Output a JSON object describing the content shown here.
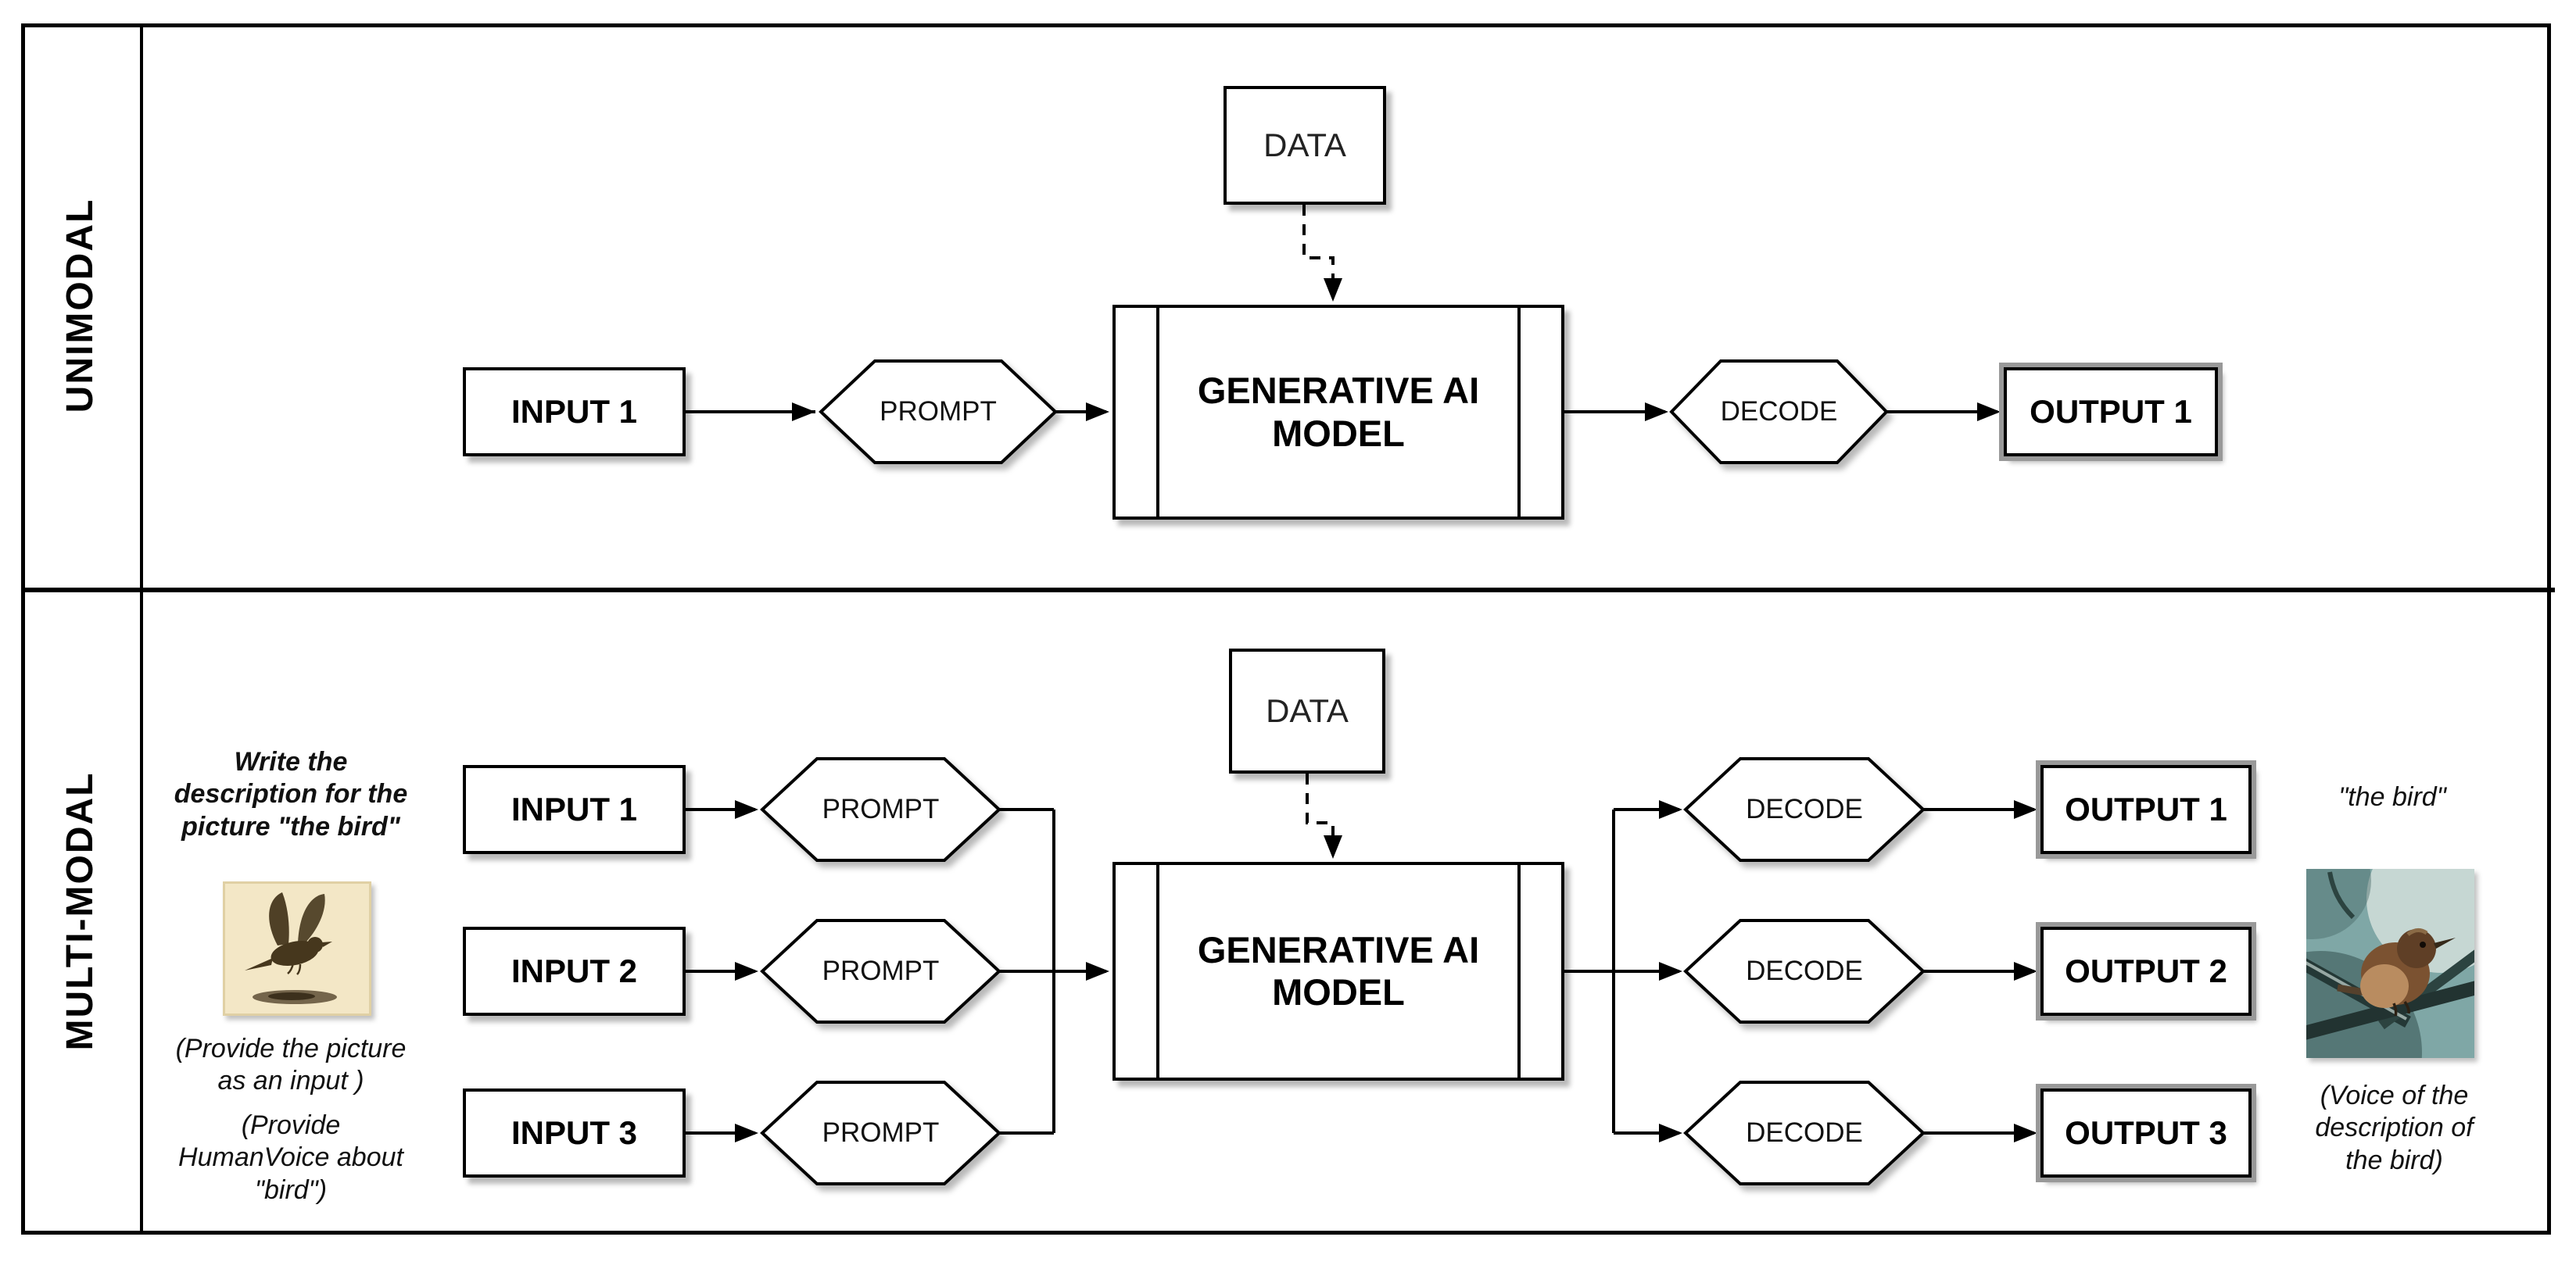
{
  "rows": {
    "unimodal": "UNIMODAL",
    "multimodal": "MULTI-MODAL"
  },
  "unimodal": {
    "data_store": "DATA",
    "input": "INPUT 1",
    "prompt": "PROMPT",
    "model": "GENERATIVE AI MODEL",
    "decode": "DECODE",
    "output": "OUTPUT 1"
  },
  "multimodal": {
    "data_store": "DATA",
    "model": "GENERATIVE AI MODEL",
    "inputs": [
      "INPUT 1",
      "INPUT 2",
      "INPUT 3"
    ],
    "prompts": [
      "PROMPT",
      "PROMPT",
      "PROMPT"
    ],
    "decodes": [
      "DECODE",
      "DECODE",
      "DECODE"
    ],
    "outputs": [
      "OUTPUT 1",
      "OUTPUT 2",
      "OUTPUT 3"
    ],
    "left_annotations": {
      "instruction": "Write the description for the picture \"the bird\"",
      "picture_note": "(Provide the picture as an input )",
      "voice_note": "(Provide HumanVoice about \"bird\")"
    },
    "right_annotations": {
      "text_result": "\"the bird\"",
      "voice_result": "(Voice of the description of the bird)"
    },
    "images": {
      "input_image": "bird-sketch",
      "output_image": "bird-photo"
    }
  },
  "colors": {
    "stroke": "#000000",
    "output_frame": "#999999",
    "sketch_background": "#f3e7c6",
    "photo_teal": "#7fa7a6"
  }
}
